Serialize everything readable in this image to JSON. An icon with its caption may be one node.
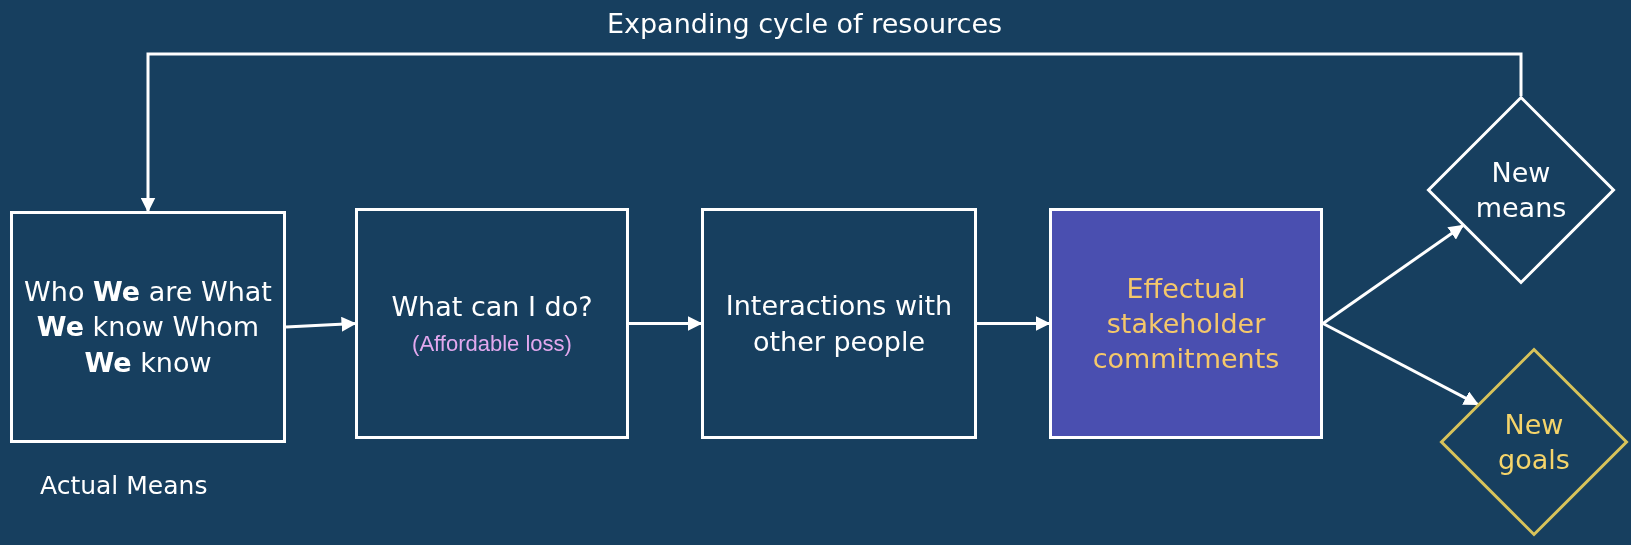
{
  "diagram": {
    "nodes": [
      {
        "text": [
          "Who **We** are What **We** know Whom **We** know"
        ],
        "beside": [
          "Actual Means"
        ]
      },
      {
        "text": [
          "What can I do?",
          "(Affordable loss)"
        ]
      },
      {
        "text": [
          "Interactions with other people"
        ]
      },
      {
        "text": [
          "Effectual stakeholder commitments"
        ]
      },
      {
        "text": [
          "New means"
        ]
      },
      {
        "text": [
          "New goals"
        ]
      }
    ],
    "edges": [
      {
        "from": 0,
        "to": 1,
        "arrow": "to"
      },
      {
        "from": 1,
        "to": 2,
        "arrow": "to"
      },
      {
        "from": 2,
        "to": 3,
        "arrow": "to"
      },
      {
        "from": 3,
        "to": 4,
        "arrow": "to"
      },
      {
        "from": 3,
        "to": 5,
        "arrow": "to"
      },
      {
        "from": 4,
        "to": 0,
        "arrow": "to",
        "label": "Expanding cycle of resources"
      }
    ]
  }
}
